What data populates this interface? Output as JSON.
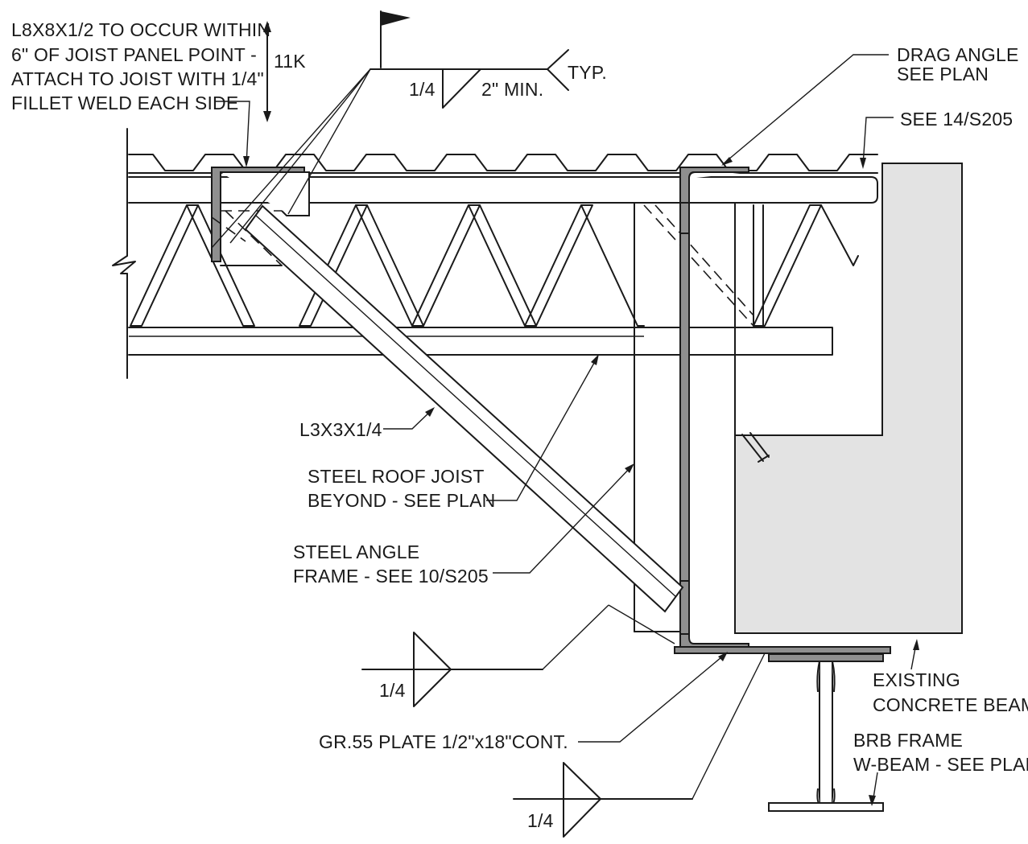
{
  "colors": {
    "ink": "#1a1a1a",
    "steel_section": "#8f8f8f",
    "concrete_fill": "#e3e3e3",
    "background": "#ffffff"
  },
  "notes": {
    "l8x8_lines": [
      "L8X8X1/2 TO OCCUR WITHIN",
      "6\" OF JOIST PANEL POINT -",
      "ATTACH TO JOIST WITH 1/4\"",
      "FILLET WELD EACH SIDE"
    ],
    "load": "11K",
    "weld_top": {
      "size": "1/4",
      "length": "2\" MIN.",
      "tail": "TYP."
    },
    "drag_angle": [
      "DRAG ANGLE",
      "SEE PLAN"
    ],
    "see_14": "SEE 14/S205",
    "l3x3": "L3X3X1/4",
    "steel_joist": [
      "STEEL ROOF JOIST",
      "BEYOND - SEE PLAN"
    ],
    "steel_angle_frame": [
      "STEEL ANGLE",
      "FRAME - SEE 10/S205"
    ],
    "weld_left": {
      "size": "1/4"
    },
    "weld_bottom": {
      "size": "1/4"
    },
    "existing_beam": [
      "EXISTING",
      "CONCRETE BEAM"
    ],
    "gr55_plate": "GR.55 PLATE 1/2\"x18\"CONT.",
    "brb_frame": [
      "BRB FRAME",
      "W-BEAM - SEE PLAN"
    ]
  }
}
